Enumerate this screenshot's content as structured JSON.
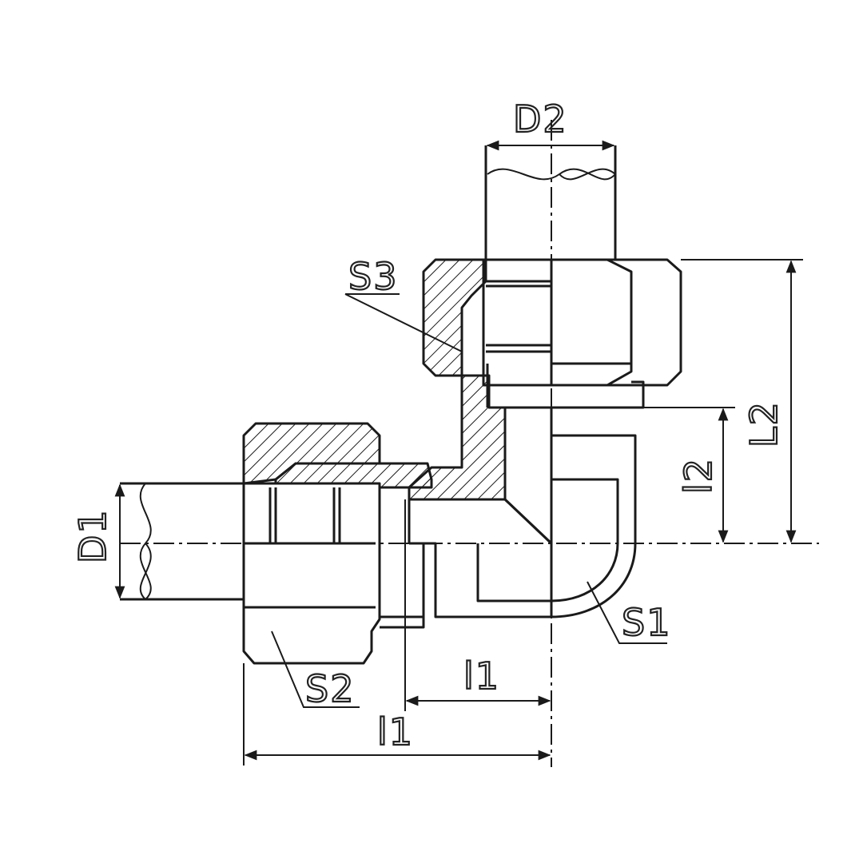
{
  "labels": {
    "d1": "D1",
    "d2": "D2",
    "s1": "S1",
    "s2": "S2",
    "s3": "S3",
    "l1_short": "l1",
    "l1_long": "l1",
    "l2_short": "l2",
    "l2_long": "L2"
  }
}
